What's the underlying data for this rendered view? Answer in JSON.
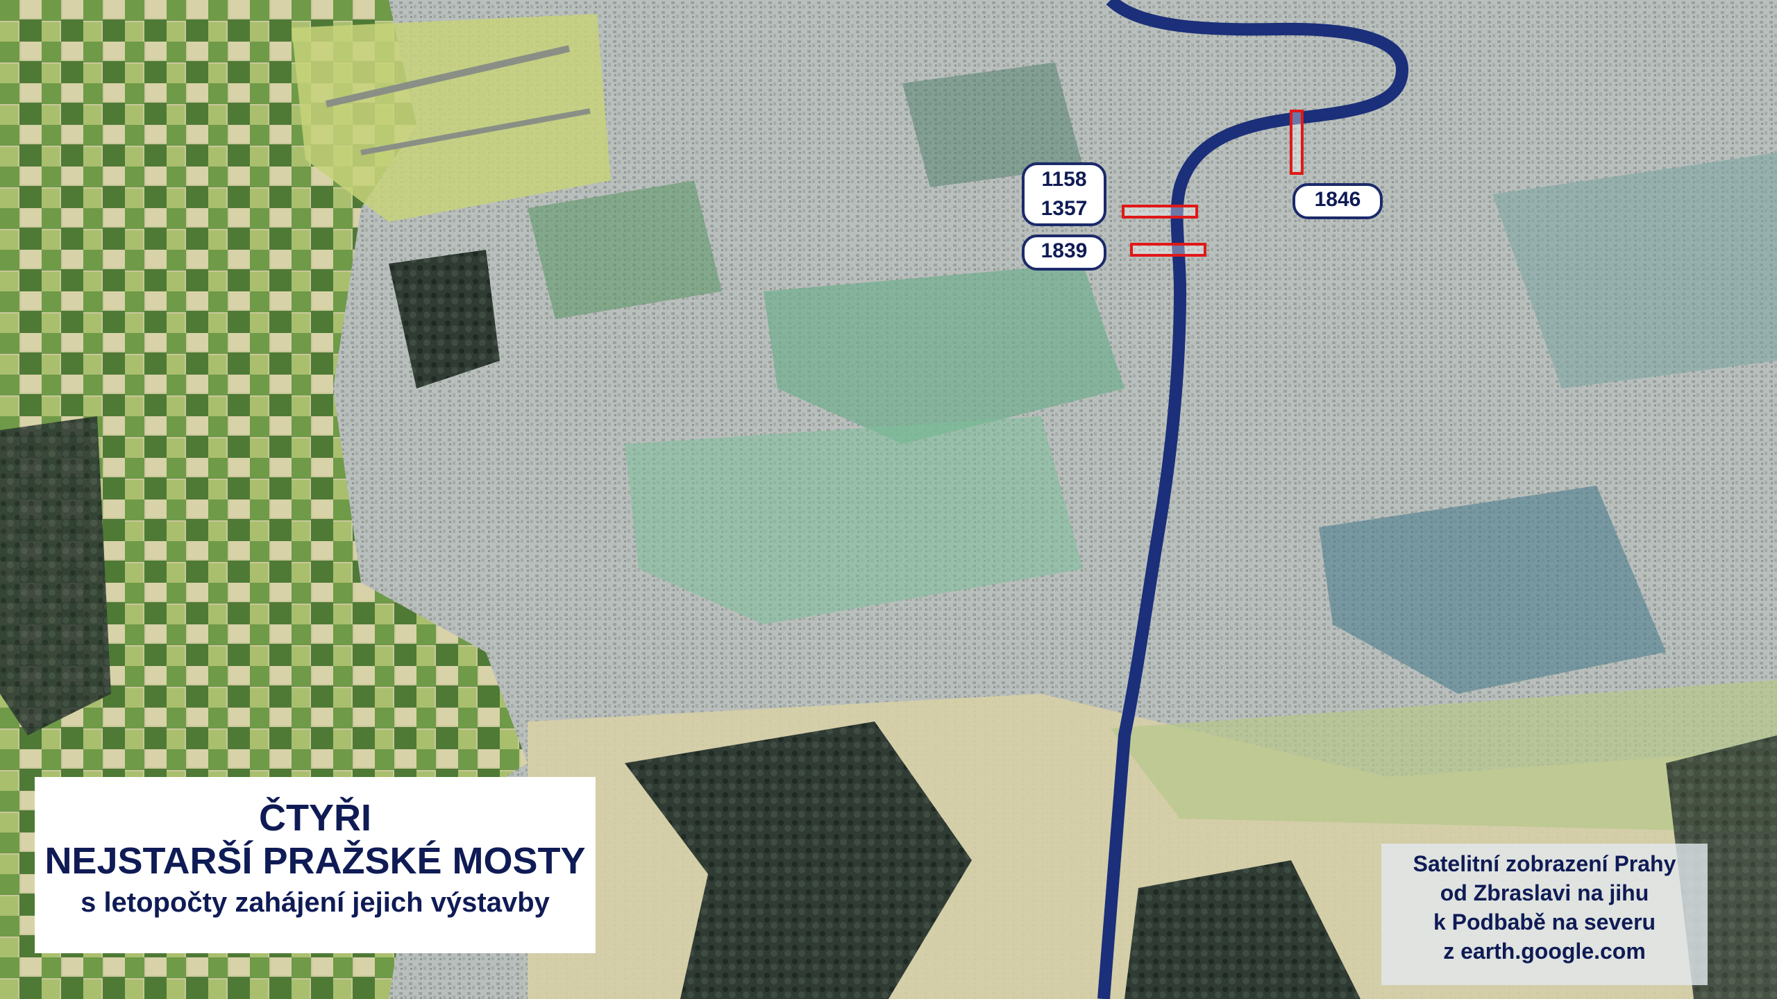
{
  "title": {
    "line1": "ČTYŘI",
    "line2": "NEJSTARŠÍ PRAŽSKÉ MOSTY",
    "line3": "s letopočty zahájení jejich výstavby"
  },
  "bridges": {
    "label_a_line1": "1158",
    "label_a_line2": "1357",
    "label_b": "1839",
    "label_c": "1846"
  },
  "caption": {
    "line1": "Satelitní zobrazení Prahy",
    "line2": "od Zbraslavi na jihu",
    "line3": "k Podbabě na severu",
    "line4": "z earth.google.com"
  },
  "colors": {
    "river": "#1b2f7a",
    "marker": "#e01818",
    "label_text": "#0f1b55",
    "label_border": "#1b2a6b"
  }
}
